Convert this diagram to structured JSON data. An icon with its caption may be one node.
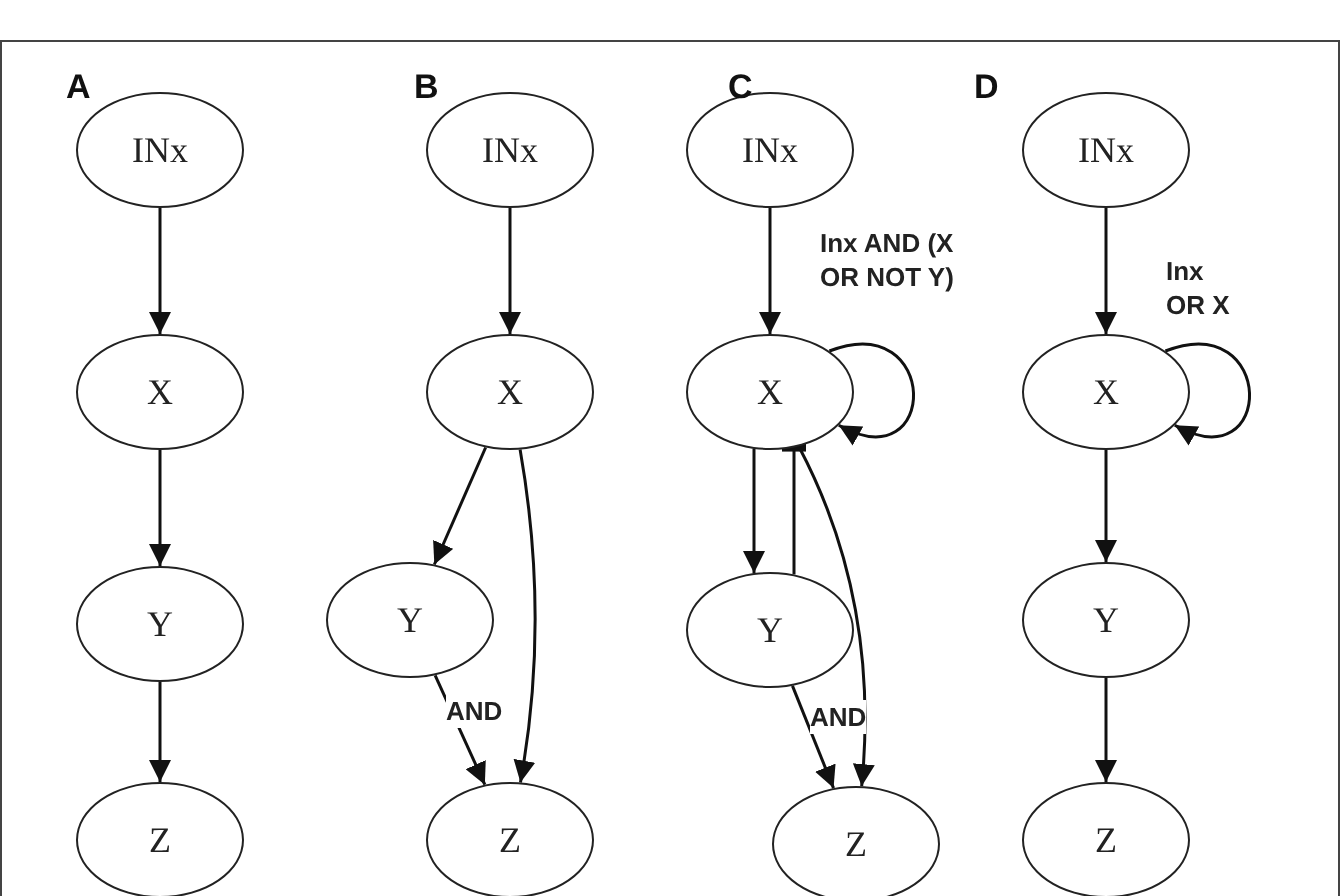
{
  "diagram": {
    "nodes": [
      {
        "text": [
          "INx"
        ]
      },
      {
        "text": [
          "X"
        ]
      },
      {
        "text": [
          "Y"
        ]
      },
      {
        "text": [
          "Z"
        ]
      },
      {
        "text": [
          "INx"
        ]
      },
      {
        "text": [
          "X"
        ]
      },
      {
        "text": [
          "Y"
        ]
      },
      {
        "text": [
          "Z"
        ]
      },
      {
        "text": [
          "INx"
        ]
      },
      {
        "text": [
          "X"
        ]
      },
      {
        "text": [
          "Y"
        ]
      },
      {
        "text": [
          "Z"
        ]
      },
      {
        "text": [
          "INx"
        ]
      },
      {
        "text": [
          "X"
        ]
      },
      {
        "text": [
          "Y"
        ]
      },
      {
        "text": [
          "Z"
        ]
      }
    ],
    "edges": [
      {
        "from": 0,
        "to": 1,
        "arrow": "to"
      },
      {
        "from": 1,
        "to": 2,
        "arrow": "to"
      },
      {
        "from": 2,
        "to": 3,
        "arrow": "to"
      },
      {
        "from": 4,
        "to": 5,
        "arrow": "to"
      },
      {
        "from": 5,
        "to": 6,
        "arrow": "to"
      },
      {
        "from": 6,
        "to": 7,
        "arrow": "to",
        "label": "AND"
      },
      {
        "from": 5,
        "to": 7,
        "arrow": "to"
      },
      {
        "from": 8,
        "to": 9,
        "arrow": "to"
      },
      {
        "from": 9,
        "to": 9,
        "arrow": "to",
        "label": "Inx AND (X OR NOT Y)"
      },
      {
        "from": 9,
        "to": 10,
        "arrow": "to"
      },
      {
        "from": 10,
        "to": 9,
        "arrow": "other"
      },
      {
        "from": 10,
        "to": 11,
        "arrow": "to",
        "label": "AND"
      },
      {
        "from": 9,
        "to": 11,
        "arrow": "to"
      },
      {
        "from": 12,
        "to": 13,
        "arrow": "to"
      },
      {
        "from": 13,
        "to": 13,
        "arrow": "to",
        "label": "Inx OR X"
      },
      {
        "from": 13,
        "to": 14,
        "arrow": "to"
      },
      {
        "from": 14,
        "to": 15,
        "arrow": "to"
      }
    ],
    "labels": [
      "A",
      "B",
      "C",
      "D"
    ]
  }
}
